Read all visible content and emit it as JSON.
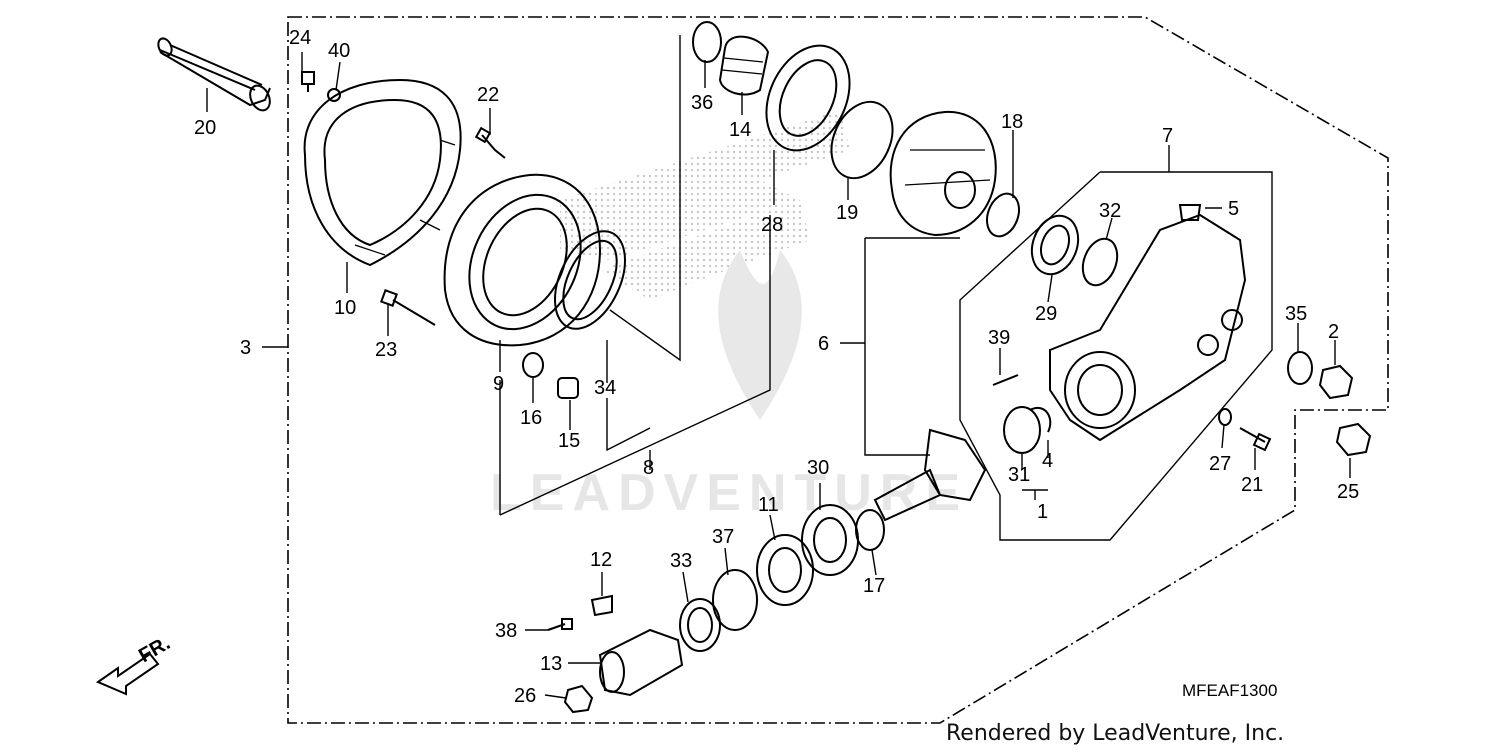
{
  "diagram": {
    "code": "MFEAF1300",
    "credit": "Rendered by LeadVenture, Inc.",
    "watermark": "LEADVENTURE",
    "direction_marker": "FR."
  },
  "callouts": [
    "1",
    "2",
    "3",
    "4",
    "5",
    "6",
    "7",
    "8",
    "9",
    "10",
    "11",
    "12",
    "13",
    "14",
    "15",
    "16",
    "17",
    "18",
    "19",
    "20",
    "21",
    "22",
    "23",
    "24",
    "25",
    "26",
    "27",
    "28",
    "29",
    "30",
    "31",
    "32",
    "33",
    "34",
    "35",
    "36",
    "37",
    "38",
    "39",
    "40"
  ]
}
